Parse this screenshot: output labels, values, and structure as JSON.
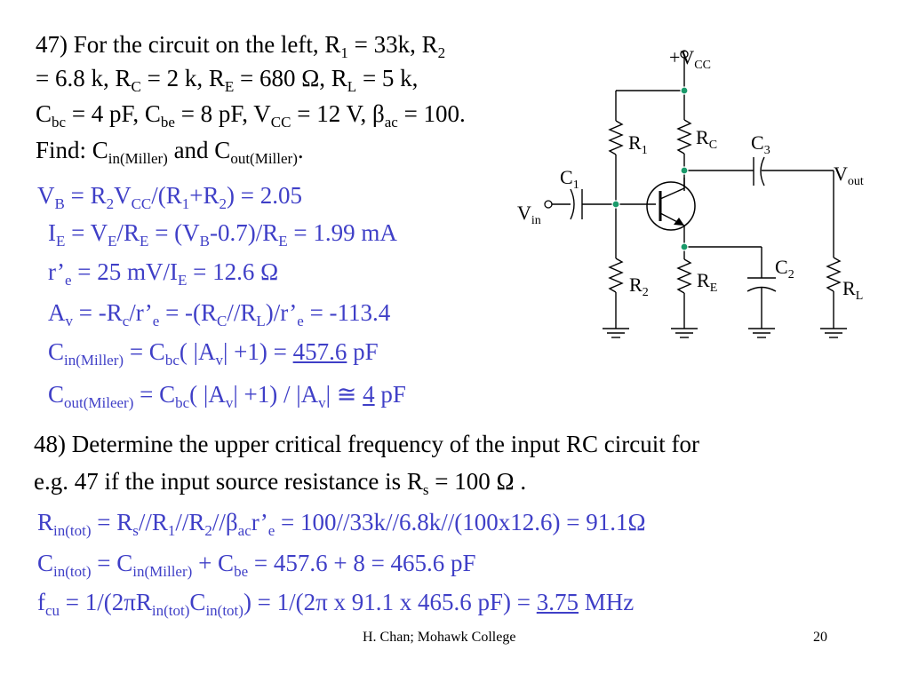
{
  "problem47": {
    "l1": {
      "a": "47) For the circuit on the left, R",
      "s1": "1",
      "b": " = 33k, R",
      "s2": "2"
    },
    "l2": {
      "a": "= 6.8 k, R",
      "s1": "C",
      "b": " = 2 k, R",
      "s2": "E",
      "c": " = 680 Ω, R",
      "s3": "L",
      "d": " = 5 k,"
    },
    "l3": {
      "a": "C",
      "s1": "bc",
      "b": " = 4 pF, C",
      "s2": "be",
      "c": " = 8 pF, V",
      "s3": "CC",
      "d": " = 12 V, β",
      "s4": "ac",
      "e": " = 100."
    },
    "l4": {
      "a": "Find: C",
      "s1": "in(Miller)",
      "b": " and C",
      "s2": "out(Miller)",
      "c": "."
    }
  },
  "solution47": {
    "vb": {
      "a": "V",
      "s1": "B",
      "b": " = R",
      "s2": "2",
      "c": "V",
      "s3": "CC",
      "d": "/(R",
      "s4": "1",
      "e": "+R",
      "s5": "2",
      "f": ") = 2.05"
    },
    "ie": {
      "a": "I",
      "s1": "E",
      "b": " = V",
      "s2": "E",
      "c": "/R",
      "s3": "E",
      "d": " = (V",
      "s4": "B",
      "e": "-0.7)/R",
      "s5": "E",
      "f": " = 1.99 mA"
    },
    "re": {
      "a": "r’",
      "s1": "e",
      "b": " = 25 mV/I",
      "s2": "E",
      "c": " = 12.6 Ω"
    },
    "av": {
      "a": "A",
      "s1": "v",
      "b": " = -R",
      "s2": "c",
      "c": "/r’",
      "s3": "e",
      "d": " = -(R",
      "s4": "C",
      "e": "//R",
      "s5": "L",
      "f": ")/r’",
      "s6": "e",
      "g": " = -113.4"
    },
    "cin": {
      "a": "C",
      "s1": "in(Miller)",
      "b": " = C",
      "s2": "bc",
      "c": "( |A",
      "s3": "v",
      "d": "| +1) = ",
      "ans": "457.6",
      "unit": " pF"
    },
    "cout": {
      "a": "C",
      "s1": "out(Mileer)",
      "b": " = C",
      "s2": "bc",
      "c": "( |A",
      "s3": "v",
      "d": "| +1) / |A",
      "s4": "v",
      "e": "| ",
      "approx": "≅",
      "sp": " ",
      "ans": "4",
      "unit": " pF"
    }
  },
  "problem48": {
    "l1": "48) Determine the upper critical frequency of the input RC circuit for",
    "l2": {
      "a": "e.g. 47 if the input source resistance is R",
      "s1": "s",
      "b": " = 100 Ω ."
    }
  },
  "solution48": {
    "rin": {
      "a": "R",
      "s1": "in(tot)",
      "b": " = R",
      "s2": "s",
      "c": "//R",
      "s3": "1",
      "d": "//R",
      "s4": "2",
      "e": "//β",
      "s5": "ac",
      "f": "r’",
      "s6": "e",
      "g": " = 100//33k//6.8k//(100x12.6) = 91.1Ω"
    },
    "cin": {
      "a": "C",
      "s1": "in(tot)",
      "b": " = C",
      "s2": "in(Miller)",
      "c": " + C",
      "s3": "be",
      "d": " = 457.6 + 8 = 465.6 pF"
    },
    "fcu": {
      "a": "f",
      "s1": "cu",
      "b": " = 1/(2πR",
      "s2": "in(tot)",
      "c": "C",
      "s3": "in(tot)",
      "d": ") = 1/(2π x 91.1 x 465.6 pF) = ",
      "ans": "3.75",
      "unit": " MHz"
    }
  },
  "circuit": {
    "vcc": "+V",
    "vcc_sub": "CC",
    "r1": "R",
    "r1_sub": "1",
    "rc": "R",
    "rc_sub": "C",
    "c3": "C",
    "c3_sub": "3",
    "vout": "V",
    "vout_sub": "out",
    "c1": "C",
    "c1_sub": "1",
    "vin": "V",
    "vin_sub": "in",
    "r2": "R",
    "r2_sub": "2",
    "re": "R",
    "re_sub": "E",
    "c2": "C",
    "c2_sub": "2",
    "rl": "R",
    "rl_sub": "L"
  },
  "footer": {
    "author": "H. Chan; Mohawk College",
    "page": "20"
  },
  "colors": {
    "text": "#000000",
    "solution": "#3f3fc7",
    "node": "#1a9a6a"
  }
}
